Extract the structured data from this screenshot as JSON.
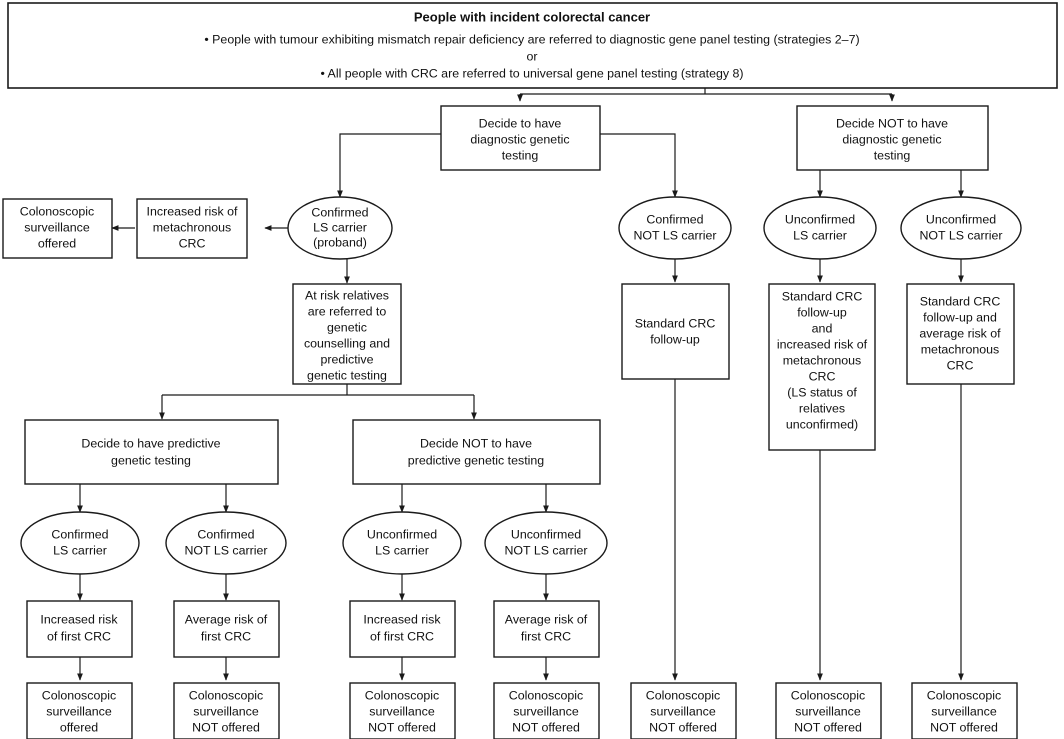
{
  "diagram": {
    "title": "People with incident colorectal cancer",
    "header": {
      "title": "People with incident colorectal cancer",
      "lines": [
        "• People with tumour exhibiting mismatch repair deficiency are referred to diagnostic gene panel testing (strategies 2–7)",
        "or",
        "• All people with CRC are referred to universal gene panel testing (strategy 8)"
      ]
    },
    "colors": {
      "stroke": "#1a1a1a",
      "fill": "#ffffff",
      "text": "#111111"
    },
    "nodes": {
      "decide_have_diagnostic": {
        "lines": [
          "Decide to have",
          "diagnostic genetic",
          "testing"
        ],
        "shape": "box"
      },
      "decide_not_diagnostic": {
        "lines": [
          "Decide NOT to have",
          "diagnostic genetic",
          "testing"
        ],
        "shape": "box"
      },
      "confirmed_ls_proband": {
        "lines": [
          "Confirmed",
          "LS carrier",
          "(proband)"
        ],
        "shape": "ellipse"
      },
      "increased_risk_metachronous": {
        "lines": [
          "Increased risk of",
          "metachronous",
          "CRC"
        ],
        "shape": "box"
      },
      "colonoscopic_offered_top": {
        "lines": [
          "Colonoscopic",
          "surveillance",
          "offered"
        ],
        "shape": "box"
      },
      "at_risk_relatives": {
        "lines": [
          "At risk relatives",
          "are referred to",
          "genetic",
          "counselling and",
          "predictive",
          "genetic testing"
        ],
        "shape": "box"
      },
      "confirmed_not_ls_diag": {
        "lines": [
          "Confirmed",
          "NOT LS carrier"
        ],
        "shape": "ellipse"
      },
      "standard_crc_followup": {
        "lines": [
          "Standard CRC",
          "follow-up"
        ],
        "shape": "box"
      },
      "unconfirmed_ls_diag": {
        "lines": [
          "Unconfirmed",
          "LS carrier"
        ],
        "shape": "ellipse"
      },
      "standard_crc_increased": {
        "lines": [
          "Standard CRC",
          "follow-up",
          "and",
          "increased risk of",
          "metachronous",
          "CRC",
          "(LS status of",
          "relatives",
          "unconfirmed)"
        ],
        "shape": "box"
      },
      "unconfirmed_not_ls_diag": {
        "lines": [
          "Unconfirmed",
          "NOT LS carrier"
        ],
        "shape": "ellipse"
      },
      "standard_crc_average": {
        "lines": [
          "Standard CRC",
          "follow-up  and",
          "average risk of",
          "metachronous",
          "CRC"
        ],
        "shape": "box"
      },
      "decide_have_predictive": {
        "lines": [
          "Decide to have predictive",
          "genetic testing"
        ],
        "shape": "box"
      },
      "decide_not_predictive": {
        "lines": [
          "Decide NOT to have",
          "predictive genetic testing"
        ],
        "shape": "box"
      },
      "confirmed_ls_pred": {
        "lines": [
          "Confirmed",
          "LS carrier"
        ],
        "shape": "ellipse"
      },
      "confirmed_not_ls_pred": {
        "lines": [
          "Confirmed",
          "NOT LS carrier"
        ],
        "shape": "ellipse"
      },
      "unconfirmed_ls_pred": {
        "lines": [
          "Unconfirmed",
          "LS carrier"
        ],
        "shape": "ellipse"
      },
      "unconfirmed_not_ls_pred": {
        "lines": [
          "Unconfirmed",
          "NOT LS carrier"
        ],
        "shape": "ellipse"
      },
      "increased_risk_first_crc_1": {
        "lines": [
          "Increased risk",
          "of first CRC"
        ],
        "shape": "box"
      },
      "average_risk_first_crc_1": {
        "lines": [
          "Average risk of",
          "first CRC"
        ],
        "shape": "box"
      },
      "increased_risk_first_crc_2": {
        "lines": [
          "Increased risk",
          "of first CRC"
        ],
        "shape": "box"
      },
      "average_risk_first_crc_2": {
        "lines": [
          "Average risk of",
          "first CRC"
        ],
        "shape": "box"
      },
      "colonoscopic_offered_1": {
        "lines": [
          "Colonoscopic",
          "surveillance",
          "offered"
        ],
        "shape": "box"
      },
      "colonoscopic_not_offered_1": {
        "lines": [
          "Colonoscopic",
          "surveillance",
          "NOT offered"
        ],
        "shape": "box"
      },
      "colonoscopic_not_offered_2": {
        "lines": [
          "Colonoscopic",
          "surveillance",
          "NOT offered"
        ],
        "shape": "box"
      },
      "colonoscopic_not_offered_3": {
        "lines": [
          "Colonoscopic",
          "surveillance",
          "NOT offered"
        ],
        "shape": "box"
      },
      "colonoscopic_not_offered_4": {
        "lines": [
          "Colonoscopic",
          "surveillance",
          "NOT offered"
        ],
        "shape": "box"
      },
      "colonoscopic_not_offered_5": {
        "lines": [
          "Colonoscopic",
          "surveillance",
          "NOT offered"
        ],
        "shape": "box"
      },
      "colonoscopic_not_offered_6": {
        "lines": [
          "Colonoscopic",
          "surveillance",
          "NOT offered"
        ],
        "shape": "box"
      }
    }
  }
}
